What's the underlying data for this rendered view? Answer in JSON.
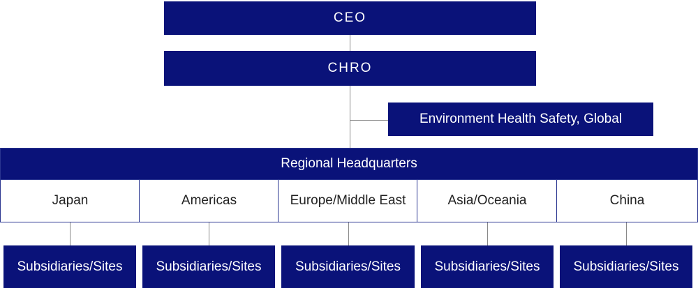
{
  "ceo": "CEO",
  "chro": "CHRO",
  "ehs": "Environment Health Safety, Global",
  "regional_hq": "Regional Headquarters",
  "regions": [
    "Japan",
    "Americas",
    "Europe/Middle East",
    "Asia/Oceania",
    "China"
  ],
  "subsidiaries": "Subsidiaries/Sites"
}
